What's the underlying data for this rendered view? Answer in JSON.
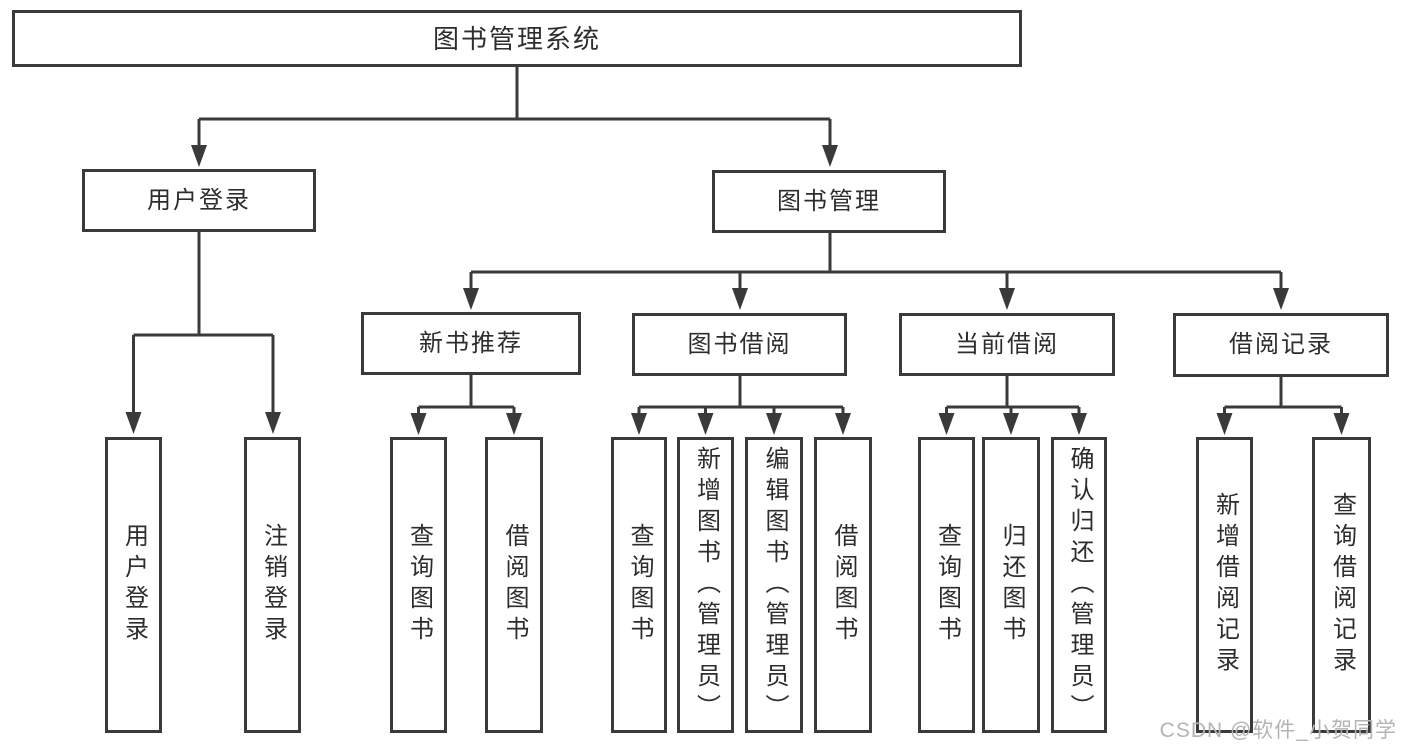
{
  "tree": {
    "root": {
      "label": "图书管理系统",
      "children": [
        {
          "label": "用户登录",
          "children": [
            {
              "label": "用户登录"
            },
            {
              "label": "注销登录"
            }
          ]
        },
        {
          "label": "图书管理",
          "children": [
            {
              "label": "新书推荐",
              "children": [
                {
                  "label": "查询图书"
                },
                {
                  "label": "借阅图书"
                }
              ]
            },
            {
              "label": "图书借阅",
              "children": [
                {
                  "label": "查询图书"
                },
                {
                  "label": "新增图书（管理员）"
                },
                {
                  "label": "编辑图书（管理员）"
                },
                {
                  "label": "借阅图书"
                }
              ]
            },
            {
              "label": "当前借阅",
              "children": [
                {
                  "label": "查询图书"
                },
                {
                  "label": "归还图书"
                },
                {
                  "label": "确认归还（管理员）"
                }
              ]
            },
            {
              "label": "借阅记录",
              "children": [
                {
                  "label": "新增借阅记录"
                },
                {
                  "label": "查询借阅记录"
                }
              ]
            }
          ]
        }
      ]
    }
  },
  "watermark": {
    "text": "CSDN @软件_小贺同学"
  },
  "colors": {
    "line": "#3a3a3a",
    "border": "#3a3a3a",
    "text": "#2d2d2d",
    "watermark": "#b4b4b4",
    "background": "#ffffff"
  }
}
